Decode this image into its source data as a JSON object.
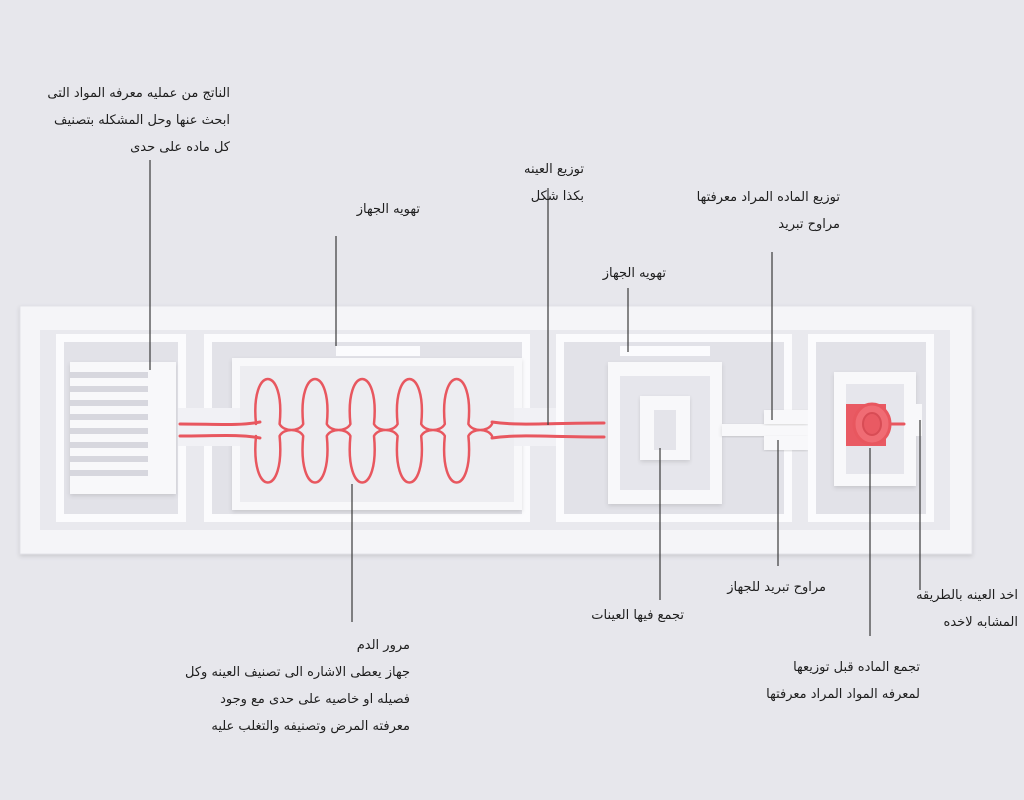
{
  "labels": {
    "top_left": [
      "الناتج من عمليه معرفه المواد التى",
      "ابحث عنها وحل المشكله بتصنيف",
      "كل ماده على حدى"
    ],
    "ventilation_1": [
      "تهويه  الجهاز"
    ],
    "sample_dist": [
      "توزيع العينه",
      "بكذا شكل"
    ],
    "ventilation_2": [
      "تهويه  الجهاز"
    ],
    "material_dist": [
      "توزيع الماده المراد معرفتها",
      "مراوح تبريد"
    ],
    "blood_flow": [
      "مرور الدم",
      "جهاز يعطى الاشاره الى تصنيف العينه وكل",
      "فصيله او خاصيه على حدى مع وجود",
      "معرفته المرض وتصنيفه والتغلب عليه"
    ],
    "samples_collect": [
      "تجمع فيها العينات"
    ],
    "cooling_fans": [
      "مراوح تبريد للجهاز"
    ],
    "sample_take": [
      "اخد العينه بالطريقه",
      "المشابه لاخده"
    ],
    "material_collect": [
      "تجمع الماده قبل توزيعها",
      "لمعرفه المواد المراد معرفتها"
    ]
  },
  "colors": {
    "background": "#e7e7ec",
    "device": "#f7f7fa",
    "channel": "#e8575f",
    "leader": "#3a3a3a"
  }
}
